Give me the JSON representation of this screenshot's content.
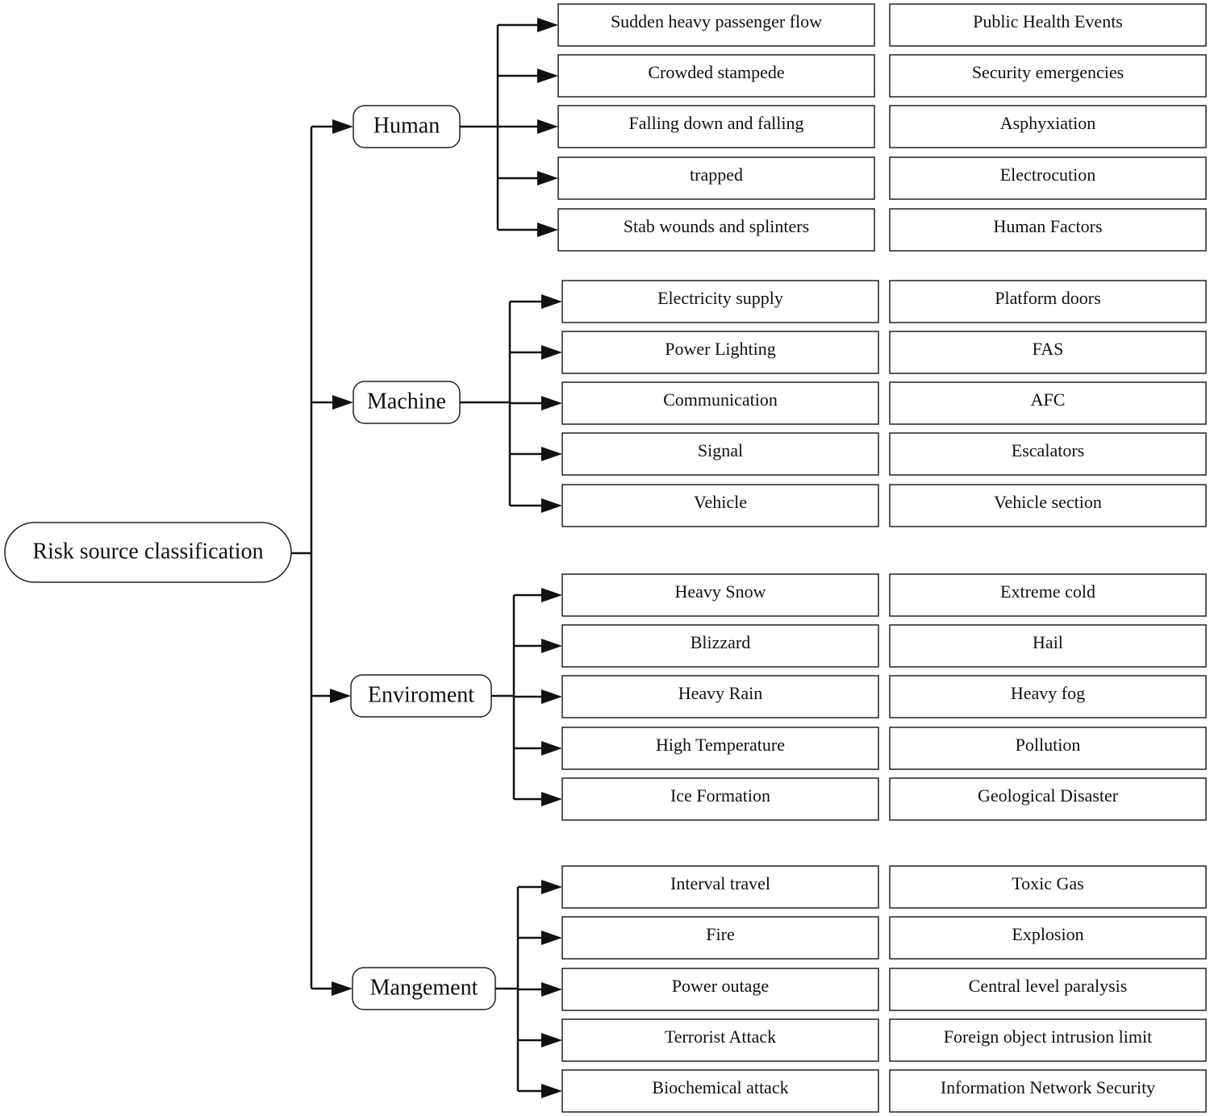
{
  "root": {
    "label": "Risk source classification"
  },
  "categories": [
    {
      "label": "Human",
      "left_items": [
        "Sudden heavy passenger flow",
        "Crowded stampede",
        "Falling down and falling",
        "trapped",
        "Stab wounds and splinters"
      ],
      "right_items": [
        "Public Health Events",
        "Security emergencies",
        "Asphyxiation",
        "Electrocution",
        "Human Factors"
      ]
    },
    {
      "label": "Machine",
      "left_items": [
        "Electricity supply",
        "Power Lighting",
        "Communication",
        "Signal",
        "Vehicle"
      ],
      "right_items": [
        "Platform doors",
        "FAS",
        "AFC",
        "Escalators",
        "Vehicle section"
      ]
    },
    {
      "label": "Enviroment",
      "left_items": [
        "Heavy Snow",
        "Blizzard",
        "Heavy Rain",
        "High Temperature",
        "Ice Formation"
      ],
      "right_items": [
        "Extreme cold",
        "Hail",
        "Heavy fog",
        "Pollution",
        "Geological Disaster"
      ]
    },
    {
      "label": "Mangement",
      "left_items": [
        "Interval travel",
        "Fire",
        "Power outage",
        "Terrorist Attack",
        "Biochemical attack"
      ],
      "right_items": [
        "Toxic Gas",
        "Explosion",
        "Central level paralysis",
        "Foreign object intrusion limit",
        "Information Network Security"
      ]
    }
  ],
  "colors": {
    "line": "#111111",
    "box_border": "#222222",
    "box_fill": "#ffffff",
    "text": "#111111"
  }
}
